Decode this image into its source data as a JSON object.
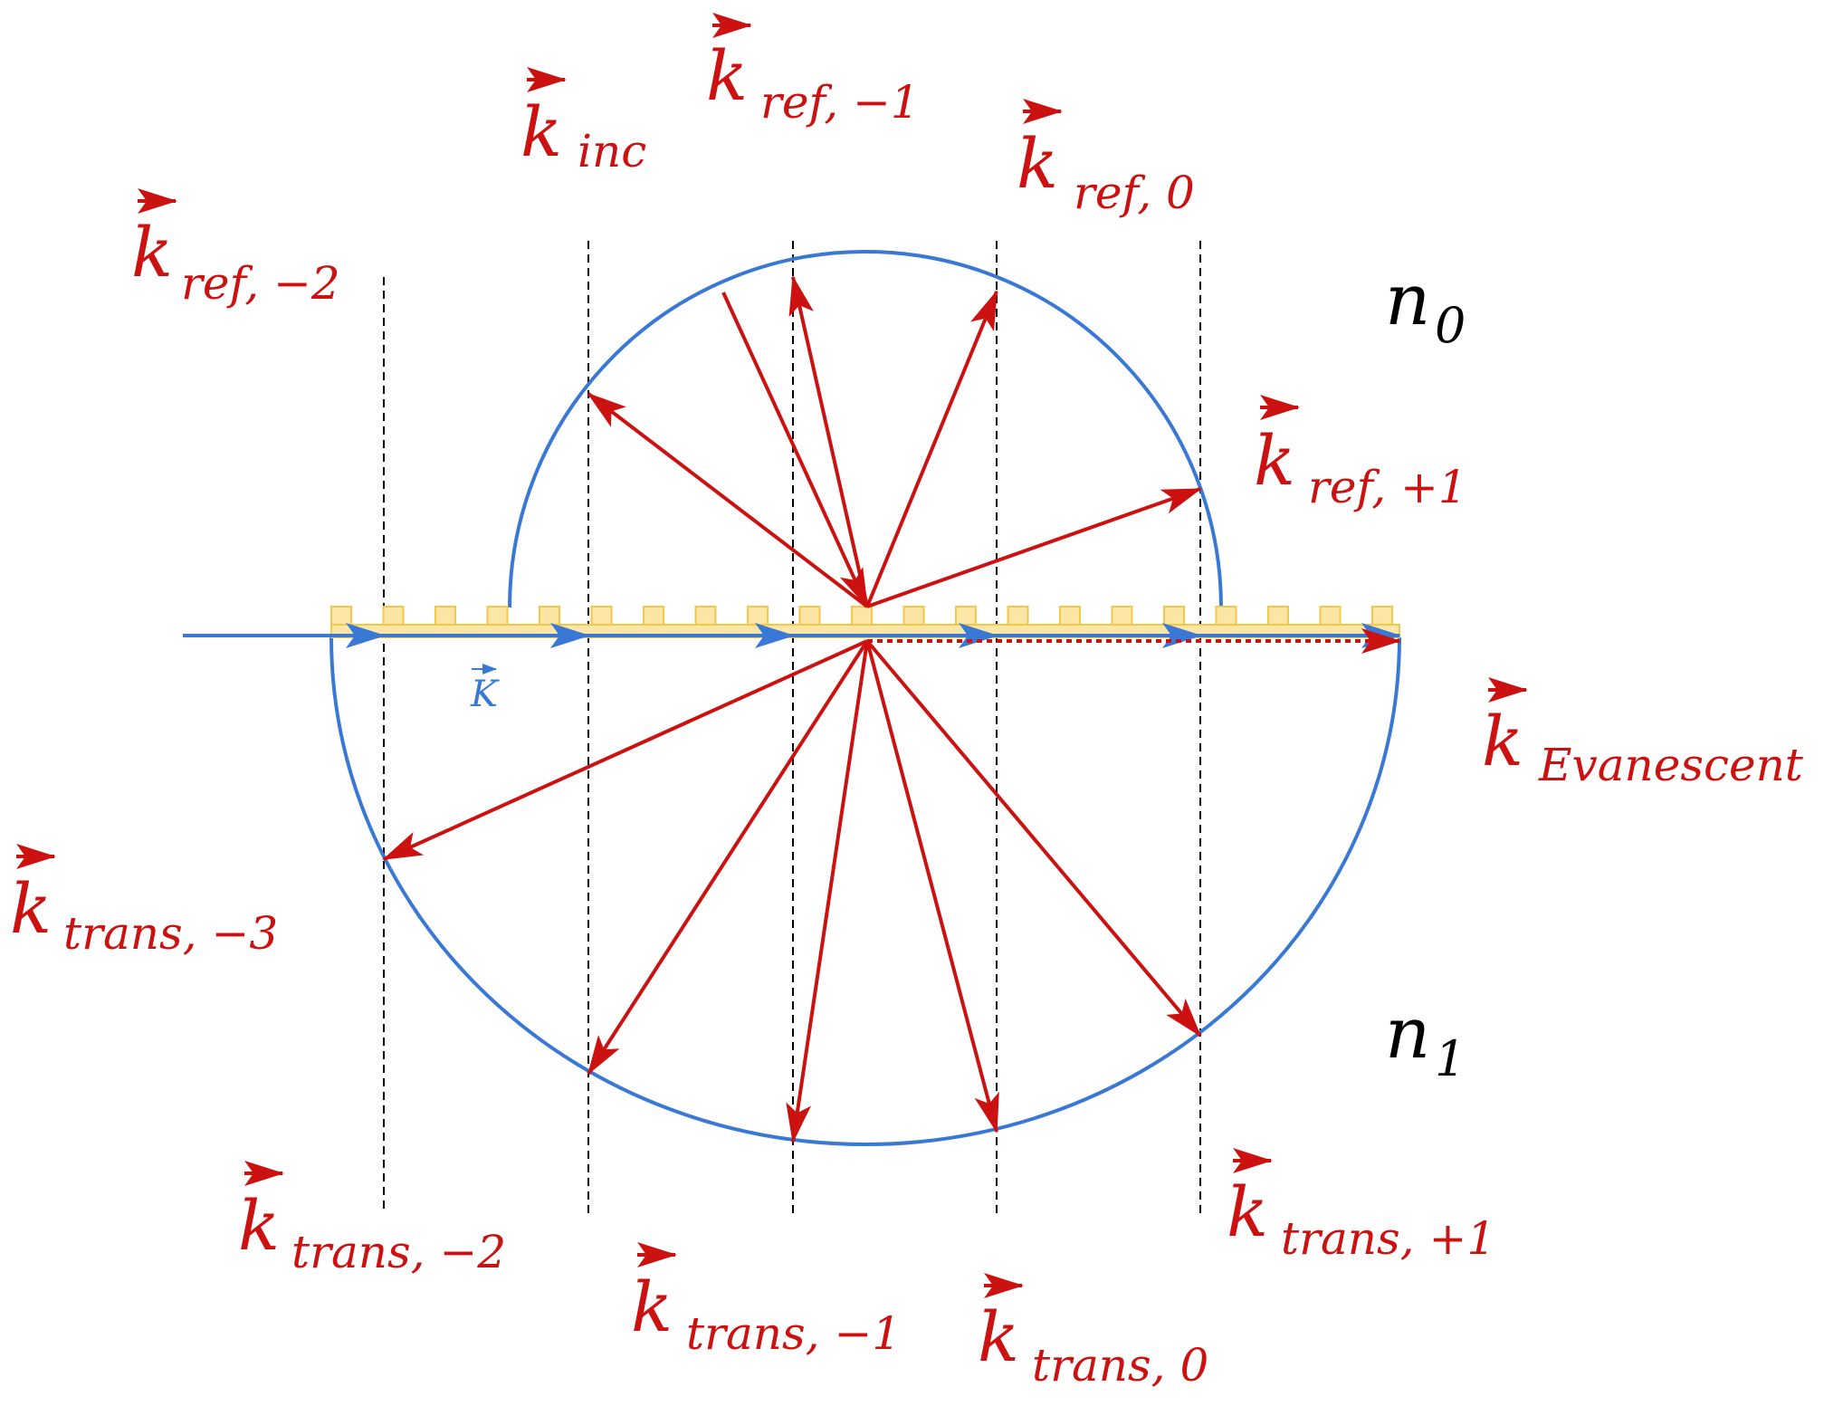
{
  "labels": {
    "k_ref_m2": {
      "main": "k",
      "sub": "ref, −2"
    },
    "k_inc": {
      "main": "k",
      "sub": "inc"
    },
    "k_ref_m1": {
      "main": "k",
      "sub": "ref, −1"
    },
    "k_ref_0": {
      "main": "k",
      "sub": "ref, 0"
    },
    "k_ref_p1": {
      "main": "k",
      "sub": "ref, +1"
    },
    "k_evanescent": {
      "main": "k",
      "sub": "Evanescent"
    },
    "k_trans_m3": {
      "main": "k",
      "sub": "trans, −3"
    },
    "k_trans_m2": {
      "main": "k",
      "sub": "trans, −2"
    },
    "k_trans_m1": {
      "main": "k",
      "sub": "trans, −1"
    },
    "k_trans_0": {
      "main": "k",
      "sub": "trans, 0"
    },
    "k_trans_p1": {
      "main": "k",
      "sub": "trans, +1"
    },
    "grating_vector": "K",
    "n0": {
      "main": "n",
      "sub": "0"
    },
    "n1": {
      "main": "n",
      "sub": "1"
    }
  },
  "colors": {
    "wave_vectors": "#cc1111",
    "circles_and_grating_vector": "#3a78d6",
    "grating": "#f3c74a",
    "grating_fill": "#fbe6a6",
    "construction_lines": "#000000"
  }
}
